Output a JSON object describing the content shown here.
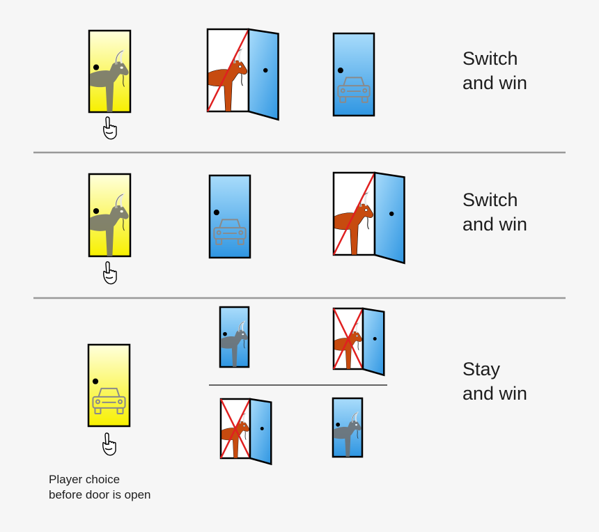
{
  "colors": {
    "background": "#f6f6f6",
    "separator": "#999999",
    "door_blue": "#3aa0e6",
    "door_yellow": "#f7f000",
    "goat_revealed": "#c74b0f",
    "goat_hidden": "#6e6e6e",
    "car_hidden": "#8a8a8a",
    "cross": "#e02020",
    "outline": "#000000"
  },
  "icons": {
    "pointer": "pointing-hand-icon",
    "goat": "goat-icon",
    "car": "car-icon",
    "cross": "cross-out-icon"
  },
  "rows": [
    {
      "outcome": [
        "Switch",
        "and win"
      ],
      "player_door": "goat",
      "doors": [
        {
          "state": "open",
          "content": "goat",
          "crossed": true
        },
        {
          "state": "closed",
          "content": "car"
        }
      ]
    },
    {
      "outcome": [
        "Switch",
        "and win"
      ],
      "player_door": "goat",
      "doors": [
        {
          "state": "closed",
          "content": "car"
        },
        {
          "state": "open",
          "content": "goat",
          "crossed": true
        }
      ]
    },
    {
      "outcome": [
        "Stay",
        "and win"
      ],
      "player_door": "car",
      "scenarios": [
        [
          {
            "state": "closed",
            "content": "goat"
          },
          {
            "state": "open",
            "content": "goat",
            "crossed": true
          }
        ],
        [
          {
            "state": "open",
            "content": "goat",
            "crossed": true
          },
          {
            "state": "closed",
            "content": "goat"
          }
        ]
      ]
    }
  ],
  "caption": [
    "Player choice",
    "before door is open"
  ]
}
